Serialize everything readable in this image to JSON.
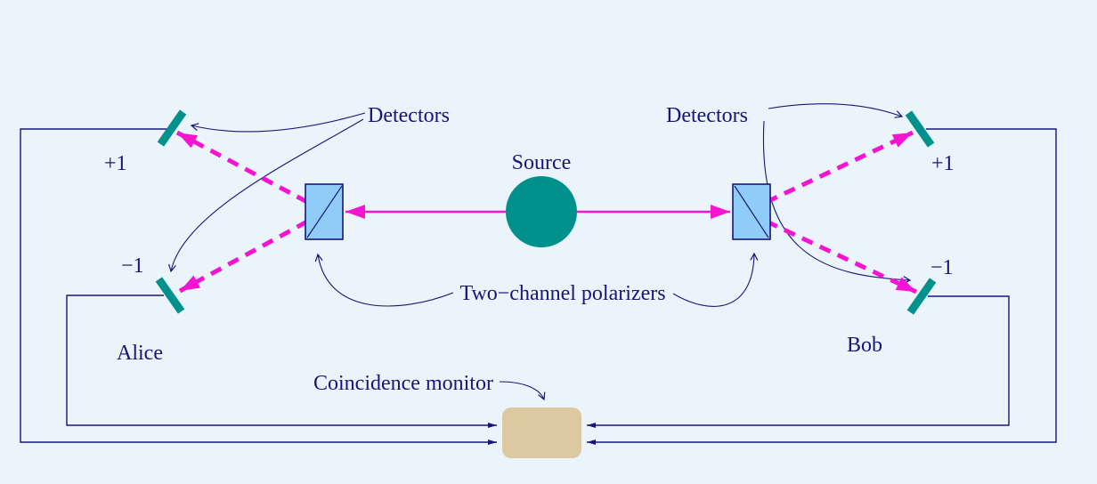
{
  "labels": {
    "source": "Source",
    "detectors_left": "Detectors",
    "detectors_right": "Detectors",
    "plus_one_left": "+1",
    "minus_one_left": "−1",
    "plus_one_right": "+1",
    "minus_one_right": "−1",
    "alice": "Alice",
    "bob": "Bob",
    "polarizers": "Two−channel polarizers",
    "coincidence_monitor": "Coincidence monitor"
  },
  "colors": {
    "background": "#EBF4FB",
    "navy": "#161678",
    "teal": "#00918C",
    "polarizer_fill": "#8FCCF7",
    "monitor_fill": "#DCC9A1",
    "magenta": "#F414D2"
  }
}
